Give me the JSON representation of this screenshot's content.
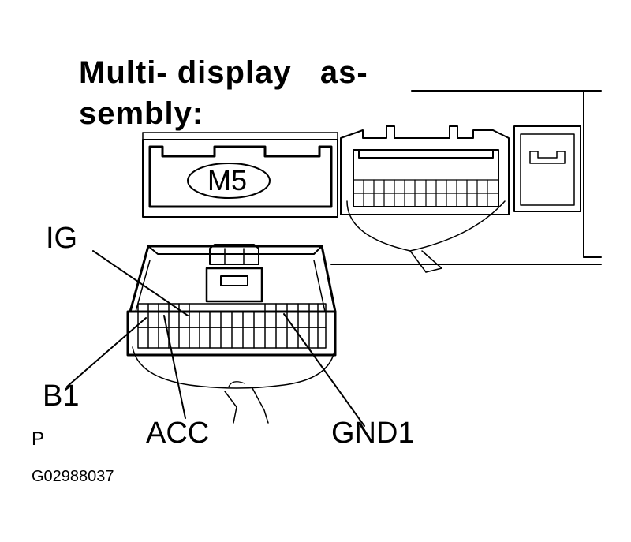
{
  "title": {
    "line1": "Multi- display   as-",
    "line2": "sembly:"
  },
  "connector_code": "M5",
  "pin_labels": {
    "ig": "IG",
    "b1": "B1",
    "acc": "ACC",
    "gnd1": "GND1"
  },
  "footer": {
    "side_mark": "P",
    "figure_id": "G02988037"
  }
}
